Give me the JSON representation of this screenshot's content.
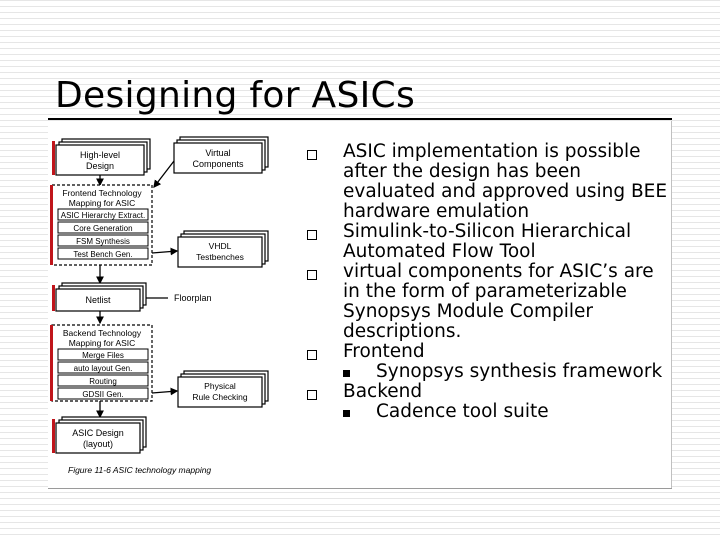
{
  "slide": {
    "title": "Designing for ASICs"
  },
  "figure": {
    "caption": "Figure 11-6  ASIC technology mapping",
    "boxes": {
      "high_level_design": [
        "High-level",
        "Design"
      ],
      "virtual_components": [
        "Virtual",
        "Components"
      ],
      "frontend_mapping": [
        "Frontend Technology",
        "Mapping for ASIC"
      ],
      "hierarchy_extract": "ASIC Hierarchy Extract.",
      "core_generation": "Core Generation",
      "fsm_synthesis": "FSM Synthesis",
      "test_bench_gen": "Test Bench Gen.",
      "vhdl_testbenches": [
        "VHDL",
        "Testbenches"
      ],
      "netlist": "Netlist",
      "floorplan": "Floorplan",
      "backend_mapping": [
        "Backend Technology",
        "Mapping for ASIC"
      ],
      "merge_files": "Merge Files",
      "auto_layout_gen": "auto layout Gen.",
      "routing": "Routing",
      "gdsii_gen": "GDSII Gen.",
      "physical_rule_checking": [
        "Physical",
        "Rule Checking"
      ],
      "asic_design_layout": [
        "ASIC Design",
        "(layout)"
      ]
    }
  },
  "bullets": [
    {
      "text": "ASIC implementation is possible after the design has been evaluated and approved using BEE hardware emulation",
      "sub": []
    },
    {
      "text": "Simulink-to-Silicon Hierarchical Automated Flow Tool",
      "sub": []
    },
    {
      "text": "virtual components for ASIC’s are in the form of parameterizable Synopsys Module Compiler descriptions.",
      "sub": []
    },
    {
      "text": "Frontend",
      "sub": [
        "Synopsys synthesis framework"
      ]
    },
    {
      "text": "Backend",
      "sub": [
        "Cadence tool suite"
      ]
    }
  ],
  "colors": {
    "accent_red": "#c0151b"
  }
}
